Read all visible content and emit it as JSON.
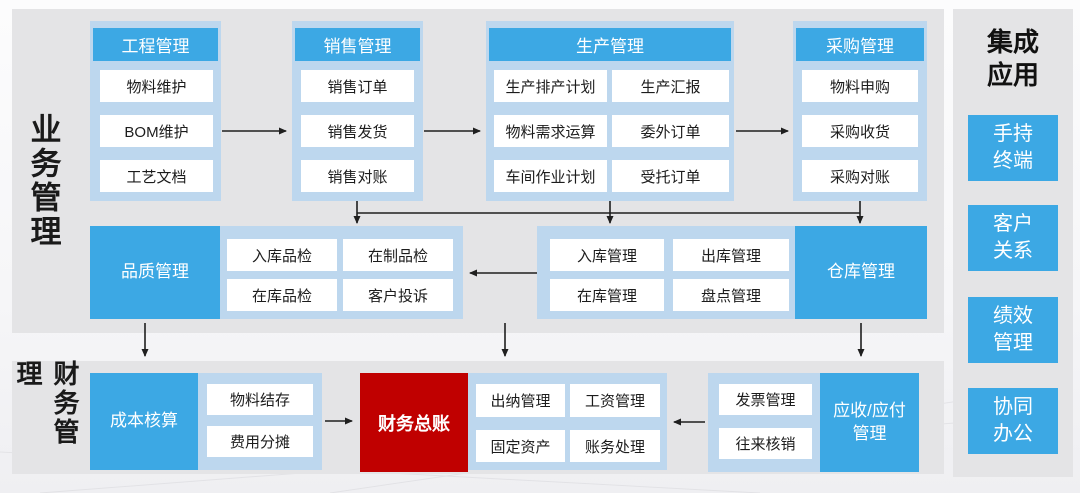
{
  "left_labels": {
    "business": "业务管理",
    "finance": "财务管理"
  },
  "business_groups": [
    {
      "title": "工程管理",
      "items": [
        "物料维护",
        "BOM维护",
        "工艺文档"
      ]
    },
    {
      "title": "销售管理",
      "items": [
        "销售订单",
        "销售发货",
        "销售对账"
      ]
    },
    {
      "title": "生产管理",
      "items": [
        "生产排产计划",
        "生产汇报",
        "物料需求运算",
        "委外订单",
        "车间作业计划",
        "受托订单"
      ]
    },
    {
      "title": "采购管理",
      "items": [
        "物料申购",
        "采购收货",
        "采购对账"
      ]
    }
  ],
  "middle_row": {
    "quality": {
      "title": "品质管理",
      "items": [
        "入库品检",
        "在制品检",
        "在库品检",
        "客户投诉"
      ]
    },
    "warehouse": {
      "title": "仓库管理",
      "items": [
        "入库管理",
        "出库管理",
        "在库管理",
        "盘点管理"
      ]
    }
  },
  "finance_row": {
    "cost": {
      "title": "成本核算",
      "items": [
        "物料结存",
        "费用分摊"
      ]
    },
    "general_ledger": {
      "title": "财务总账",
      "items": [
        "出纳管理",
        "工资管理",
        "固定资产",
        "账务处理"
      ]
    },
    "receivable_payable": {
      "title": "应收/应付管理",
      "items": [
        "发票管理",
        "往来核销"
      ]
    }
  },
  "sidebar": {
    "title": "集成应用",
    "items": [
      "手持终端",
      "客户关系",
      "绩效管理",
      "协同办公"
    ]
  },
  "colors": {
    "accent_blue": "#3ca8e4",
    "panel_light_blue": "#bdd7ee",
    "accent_red": "#c00000",
    "section_gray": "#e4e4e6",
    "arrow_black": "#1f1f1f"
  }
}
